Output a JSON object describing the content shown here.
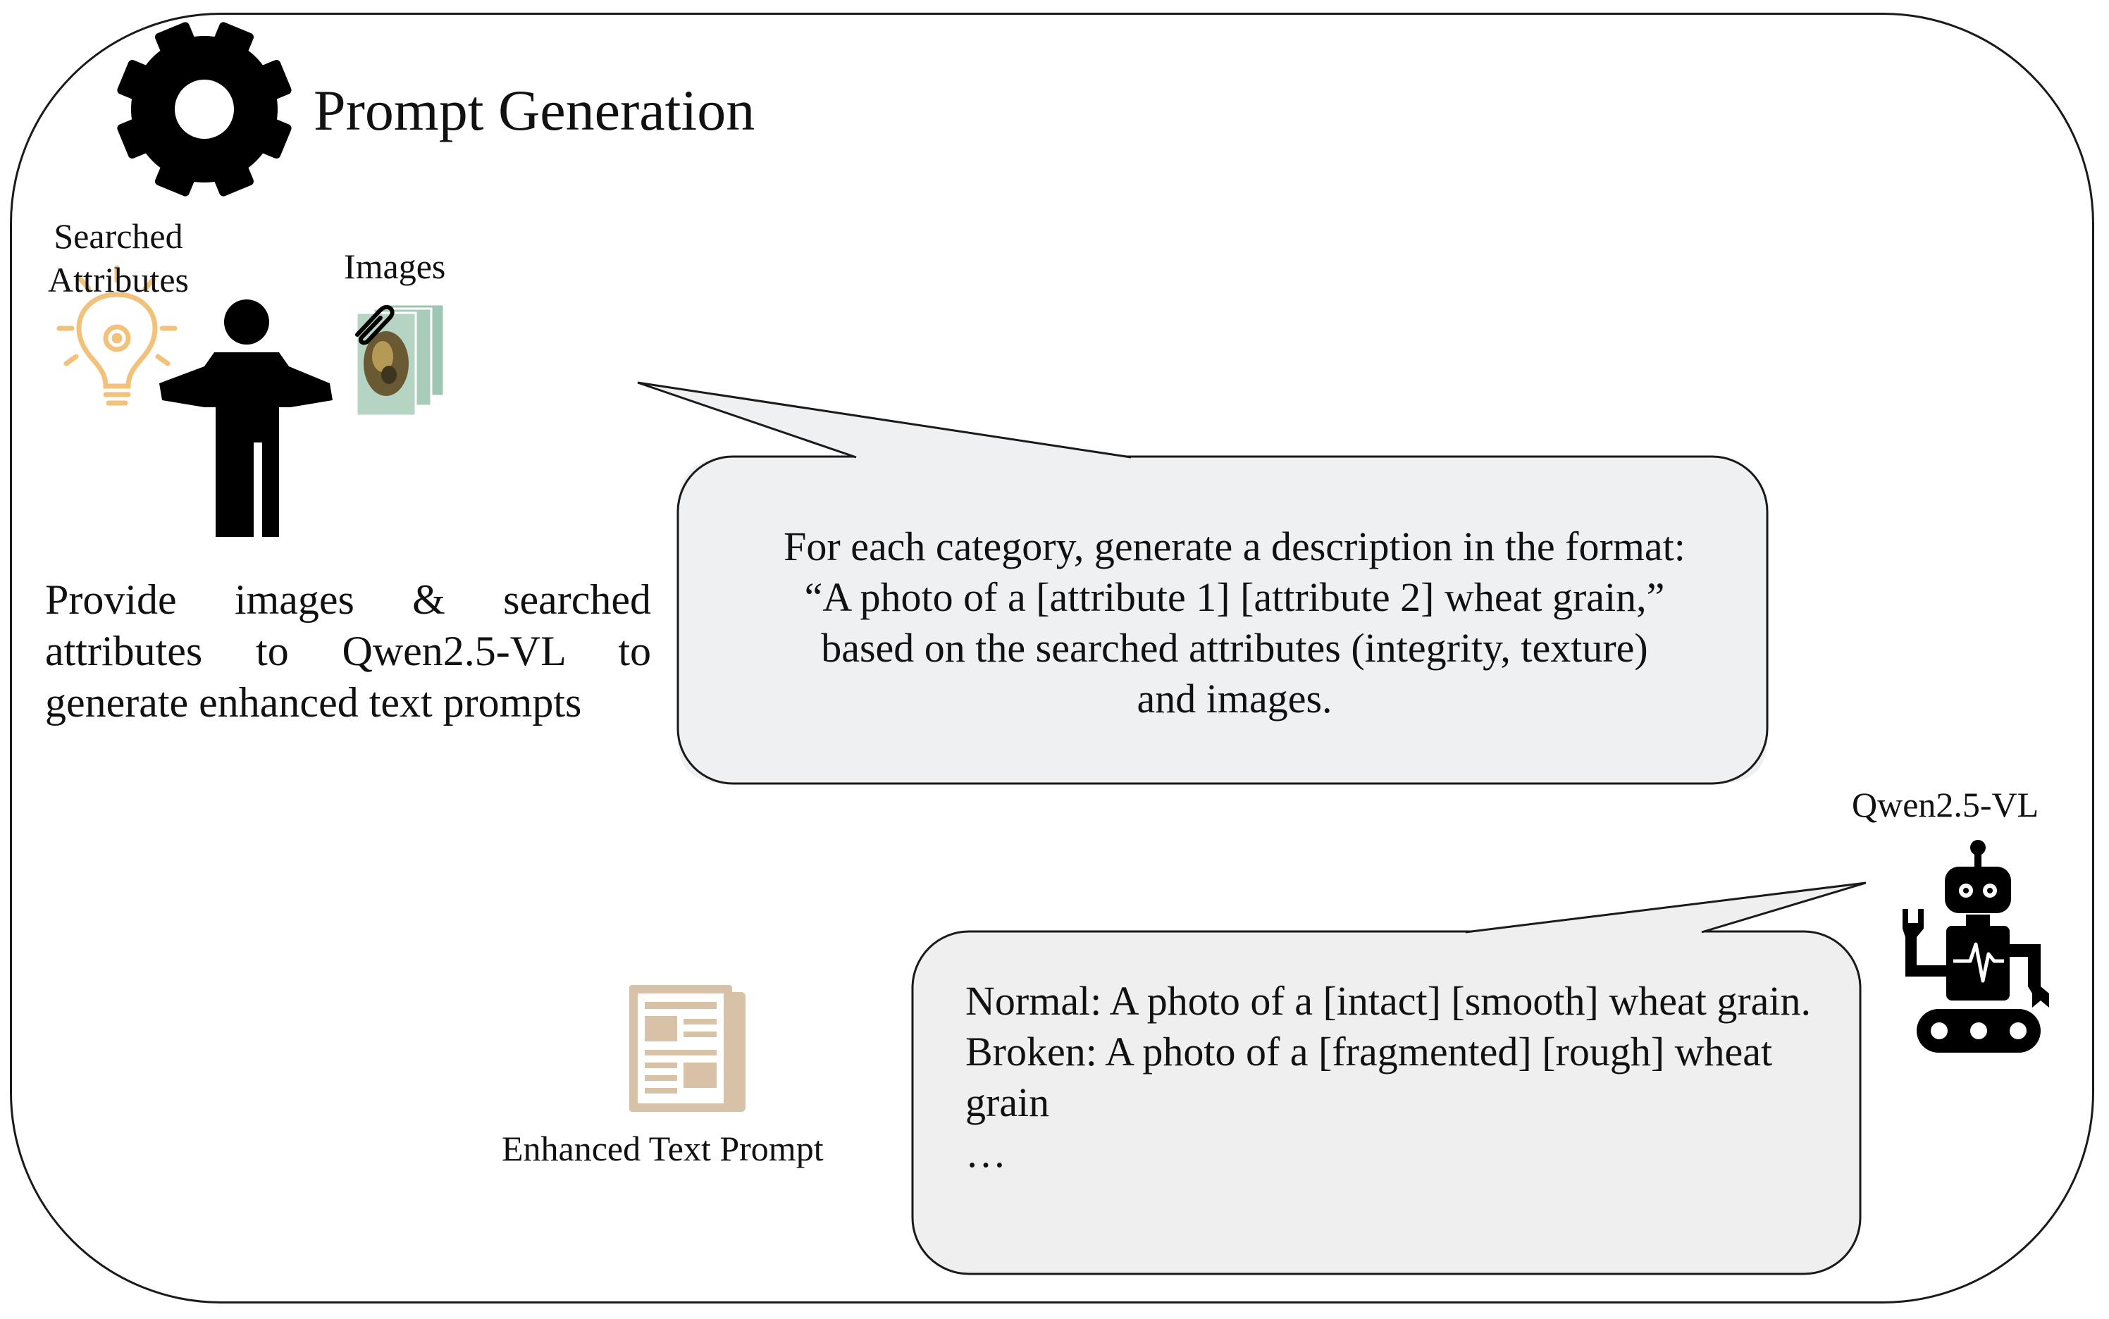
{
  "title": "Prompt Generation",
  "labels": {
    "searched_attributes": "Searched Attributes",
    "images": "Images",
    "qwen": "Qwen2.5-VL",
    "enhanced_text_prompt": "Enhanced Text Prompt"
  },
  "description": "Provide images & searched attributes to Qwen2.5-VL to generate enhanced text prompts",
  "prompt_bubble": {
    "lines": [
      "For each category, generate a description in the format:",
      "“A photo of a [attribute 1] [attribute 2] wheat grain,”",
      "based on the searched attributes (integrity, texture)",
      "and images."
    ]
  },
  "response_bubble": {
    "lines": [
      "Normal: A photo of a [intact] [smooth] wheat grain.",
      "Broken:  A photo of a [fragmented] [rough] wheat grain",
      "…"
    ]
  },
  "icons": [
    "gear-icon",
    "lightbulb-icon",
    "person-icon",
    "paperclip-icon",
    "image-stack-icon",
    "document-icon",
    "robot-icon"
  ],
  "colors": {
    "bubble_fill": "#eef0f2",
    "bubble_fill_2": "#efefef",
    "bulb": "#f2c27a",
    "document": "#d7c2a8",
    "ink": "#000000"
  }
}
